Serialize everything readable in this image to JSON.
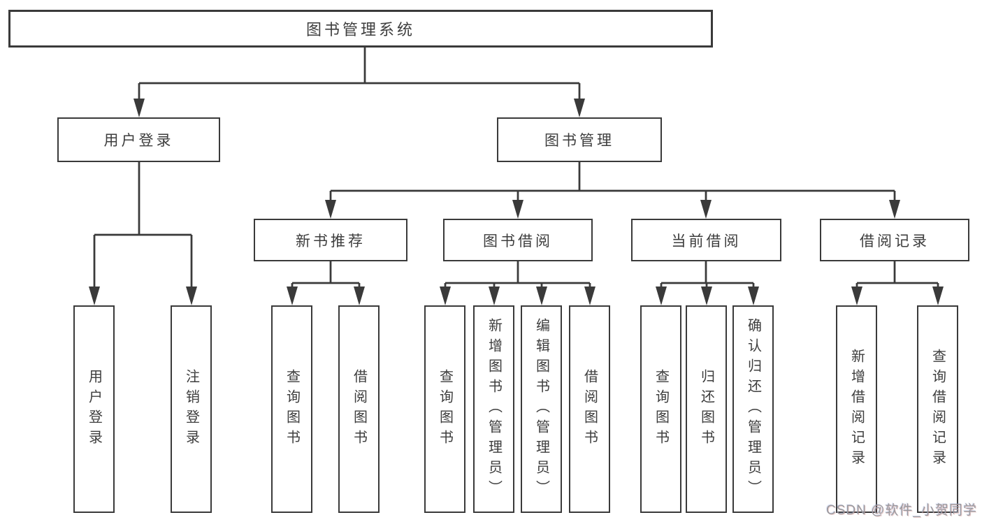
{
  "colors": {
    "line": "#3a3a3a",
    "text": "#3d3d3d",
    "background": "#ffffff",
    "watermark": "#9a9a9e"
  },
  "diagram_type": "hierarchy-tree",
  "tree": {
    "label": "图书管理系统",
    "children": [
      {
        "label": "用户登录",
        "children": [
          {
            "label": "用户登录"
          },
          {
            "label": "注销登录"
          }
        ]
      },
      {
        "label": "图书管理",
        "children": [
          {
            "label": "新书推荐",
            "children": [
              {
                "label": "查询图书"
              },
              {
                "label": "借阅图书"
              }
            ]
          },
          {
            "label": "图书借阅",
            "children": [
              {
                "label": "查询图书"
              },
              {
                "label": "新增图书（管理员）"
              },
              {
                "label": "编辑图书（管理员）"
              },
              {
                "label": "借阅图书"
              }
            ]
          },
          {
            "label": "当前借阅",
            "children": [
              {
                "label": "查询图书"
              },
              {
                "label": "归还图书"
              },
              {
                "label": "确认归还（管理员）"
              }
            ]
          },
          {
            "label": "借阅记录",
            "children": [
              {
                "label": "新增借阅记录"
              },
              {
                "label": "查询借阅记录"
              }
            ]
          }
        ]
      }
    ]
  },
  "watermark": {
    "text": "CSDN @软件_小贺同学"
  }
}
